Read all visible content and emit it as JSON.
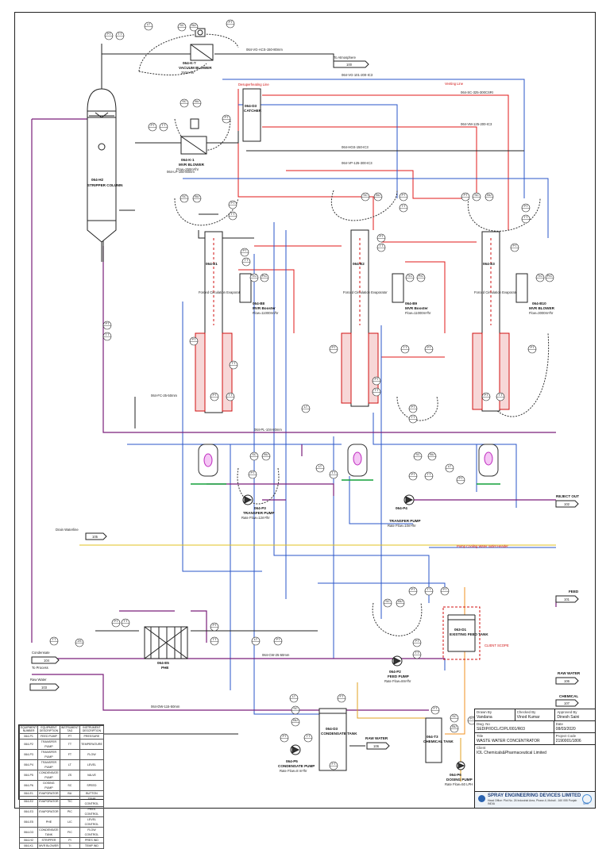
{
  "equipment": {
    "vacuum_blower": {
      "tag": "064-K-?",
      "name": "VACUUM BLOWER",
      "flow": "250m³/hr"
    },
    "stripper": {
      "tag": "064-H2",
      "name": "STRIPPER COLUMN"
    },
    "mvr_blower_1": {
      "tag": "064-K-1",
      "name": "MVR BLOWER",
      "flow": "Flow=250m³/hr"
    },
    "catcher": {
      "tag": "064-D3",
      "name": "CATCHER"
    },
    "evap_1": {
      "tag": "064-E1",
      "name": "Forced Circulation Evaporator"
    },
    "evap_2": {
      "tag": "064-E2",
      "name": "Forced Circulation Evaporator"
    },
    "evap_3": {
      "tag": "064-E3",
      "name": "Forced Circulation Evaporator"
    },
    "booster_1": {
      "tag": "064-B8",
      "name": "MVR Booster",
      "flow": "Flow=11000m³/hr"
    },
    "booster_2": {
      "tag": "064-B9",
      "name": "MVR Booster",
      "flow": "Flow=11000m³/hr"
    },
    "booster_3": {
      "tag": "064-B10",
      "name": "MVR BLOWER",
      "flow": "Flow=3000m³/hr"
    },
    "transfer_pump_1": {
      "tag": "064-P3",
      "name": "TRANSFER PUMP",
      "flow": "Rate Flow=12m³/hr"
    },
    "transfer_pump_2": {
      "tag": "064-P4",
      "name": "TRANSFER PUMP",
      "flow": "Rate Flow=10m³/hr"
    },
    "phe": {
      "tag": "064-E5",
      "name": "PHE"
    },
    "feed_pump": {
      "tag": "064-P2",
      "name": "FEED PUMP",
      "flow": "Rate Flow=8m³/hr"
    },
    "feed_tank": {
      "tag": "063-D1",
      "name": "EXISTING FEED TANK"
    },
    "condensate_tank": {
      "tag": "064-D3",
      "name": "CONDENSATE TANK"
    },
    "condensate_pump": {
      "tag": "064-P5",
      "name": "CONDENSATE PUMP",
      "flow": "Rate Flow=8 m³/hr"
    },
    "chemical_tank": {
      "tag": "064-T3",
      "name": "CHEMICAL TANK"
    },
    "dosing_pump": {
      "tag": "064-P6",
      "name": "DOSING PUMP",
      "flow": "Rate Flow=50 LPH"
    }
  },
  "streams": {
    "to_atmosphere": {
      "label": "To Atmosphere",
      "no": "100"
    },
    "condensate": {
      "label": "Condensate",
      "no": "104",
      "sub": "To Process"
    },
    "raw_water_left": {
      "label": "Raw Water",
      "no": "103"
    },
    "drain": {
      "label": "Drain Waterline",
      "no": "105"
    },
    "reject_out": {
      "label": "REJECT OUT",
      "no": "102"
    },
    "feed": {
      "label": "FEED",
      "no": "101"
    },
    "raw_water_right": {
      "label": "RAW WATER",
      "no": "106"
    },
    "chemical": {
      "label": "CHEMICAL",
      "no": "107"
    },
    "raw_water_mid": {
      "label": "RAW WATER",
      "no": "106"
    }
  },
  "notes": {
    "client_scope": "CLIENT SCOPE",
    "pump_cooling": "Pump Cooling Water outlet Header",
    "steam_line": "Desuperheating Line",
    "venting_line": "Venting Line"
  },
  "line_labels": [
    "064-VG-ACS-150-80mm",
    "064-VG-101-200-IC3",
    "064-SC-325-300CSRI",
    "064-VM-125-200-IC3",
    "064-VP-125-300-IC3",
    "064-HGS-150-IC3",
    "064-LP-160-80mm",
    "064-FC-25-50mm",
    "064-PL-104-80mm",
    "064-CW-25-50mm",
    "064-DW-115-50mm"
  ],
  "instruments": [
    "PT",
    "TT",
    "ZS",
    "FT",
    "LT",
    "SC",
    "BU",
    "TIC",
    "PIC",
    "LIC"
  ],
  "title_block": {
    "drawn_by_k": "Drawn By",
    "drawn_by_v": "Vandana",
    "checked_by_k": "Checked By",
    "checked_by_v": "Vinod Kumar",
    "approved_by_k": "Approved By",
    "approved_by_v": "Dinesh Saini",
    "dwg_no_k": "Dwg. No",
    "dwg_no_v": "SEDIP/IOCL/CIPL/001/R03",
    "date_k": "Date",
    "date_v": "08/03/2020",
    "title_k": "Title",
    "title_v": "WASTE WATER CONCENTRATOR",
    "project_code_k": "Project Code",
    "project_code_v": "2190001/1806",
    "client_k": "Client",
    "client_v": "IOL Chemicals&Pharmaceutical Limited",
    "company": "SPRAY ENGINEERING DEVICES LIMITED",
    "company_addr": "Head Office: Plot No. 26 Industrial Area, Phase-II, Mohali - 160 055 Punjab INDIA",
    "logo_text": "SED"
  },
  "legend": {
    "headers": [
      "EQUIPMENT NUMBER",
      "EQUIPMENT DESCRIPTION",
      "INSTRUMENT TAG",
      "INSTRUMENT DESCRIPTION"
    ],
    "rows": [
      [
        "064-P1",
        "FEED PUMP",
        "PT",
        "PRESSURE"
      ],
      [
        "064-P2",
        "TRANSFER PUMP",
        "TT",
        "TEMPERATURE"
      ],
      [
        "064-P3",
        "TRANSFER PUMP",
        "FT",
        "FLOW"
      ],
      [
        "064-P4",
        "TRANSFER PUMP",
        "LT",
        "LEVEL"
      ],
      [
        "064-P5",
        "CONDENSATE PUMP",
        "ZS",
        "VALVE"
      ],
      [
        "064-P6",
        "DOSING PUMP",
        "SC",
        "SPEED"
      ],
      [
        "064-E1",
        "EVAPORATOR",
        "BU",
        "BUTTON"
      ],
      [
        "064-E2",
        "EVAPORATOR",
        "TIC",
        "TEMP CONTROL"
      ],
      [
        "064-E3",
        "EVAPORATOR",
        "PIC",
        "PRES CONTROL"
      ],
      [
        "064-E5",
        "PHE",
        "LIC",
        "LEVEL CONTROL"
      ],
      [
        "064-D3",
        "CONDENSATE TANK",
        "FIC",
        "FLOW CONTROL"
      ],
      [
        "064-H2",
        "STRIPPER",
        "PI",
        "PRES IND"
      ],
      [
        "064-K1",
        "MVR BLOWER",
        "TI",
        "TEMP IND"
      ]
    ]
  }
}
